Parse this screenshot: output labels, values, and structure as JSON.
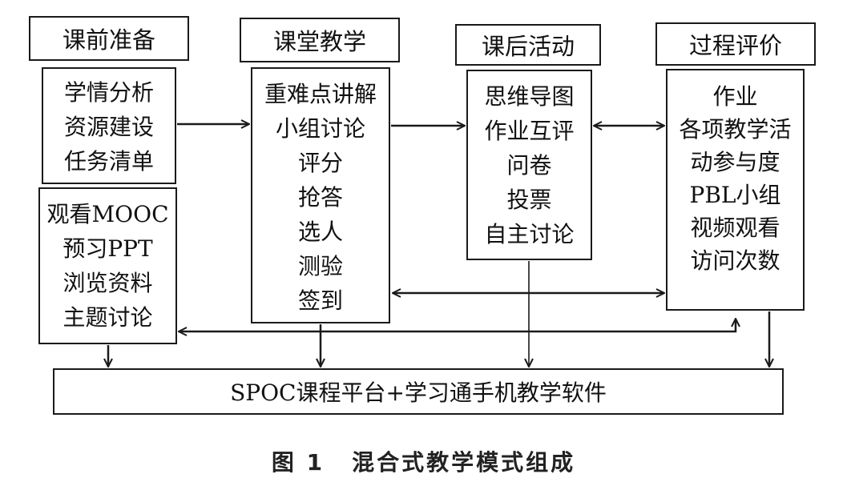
{
  "stages": {
    "pre": {
      "header": "课前准备",
      "box1": [
        "学情分析",
        "资源建设",
        "任务清单"
      ],
      "box2": [
        "观看MOOC",
        "预习PPT",
        "浏览资料",
        "主题讨论"
      ]
    },
    "class": {
      "header": "课堂教学",
      "items": [
        "重难点讲解",
        "小组讨论",
        "评分",
        "抢答",
        "选人",
        "测验",
        "签到"
      ]
    },
    "post": {
      "header": "课后活动",
      "items": [
        "思维导图",
        "作业互评",
        "问卷",
        "投票",
        "自主讨论"
      ]
    },
    "eval": {
      "header": "过程评价",
      "items": [
        "作业",
        "各项教学活",
        "动参与度",
        "PBL小组",
        "视频观看",
        "访问次数"
      ]
    }
  },
  "platform": "SPOC课程平台+学习通手机教学软件",
  "caption": {
    "number": "图 1",
    "title": "混合式教学模式组成"
  }
}
